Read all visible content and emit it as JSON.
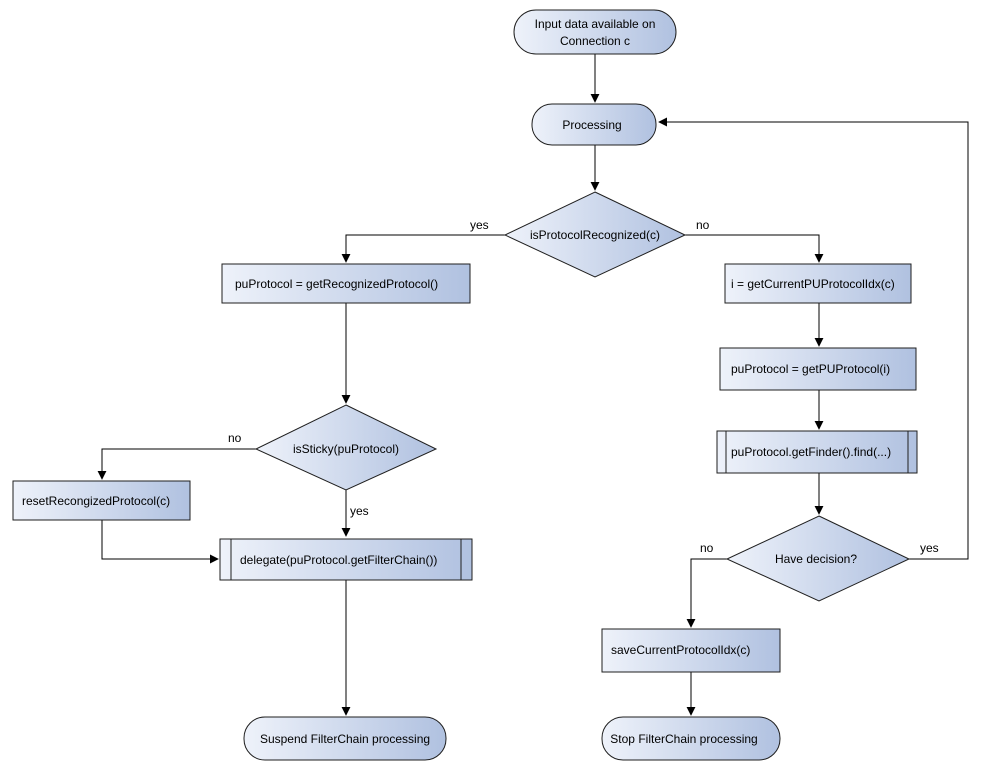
{
  "colors": {
    "node_fill_light": "#eef2fa",
    "node_fill_dark": "#b0c1e0",
    "stroke": "#1f1f1f",
    "edge": "#000000"
  },
  "nodes": {
    "start": {
      "line1": "Input data available on",
      "line2": "Connection c"
    },
    "processing": {
      "label": "Processing"
    },
    "is_protocol_recognized": {
      "label": "isProtocolRecognized(c)"
    },
    "get_recognized_protocol": {
      "label": "puProtocol = getRecognizedProtocol()"
    },
    "is_sticky": {
      "label": "isSticky(puProtocol)"
    },
    "reset_recognized_protocol": {
      "label": "resetRecongizedProtocol(c)"
    },
    "delegate": {
      "label": "delegate(puProtocol.getFilterChain())"
    },
    "suspend": {
      "label": "Suspend FilterChain processing"
    },
    "get_current_pu_protocol_idx": {
      "label": "i = getCurrentPUProtocolIdx(c)"
    },
    "get_pu_protocol": {
      "label": "puProtocol = getPUProtocol(i)"
    },
    "finder_find": {
      "label": "puProtocol.getFinder().find(...)"
    },
    "have_decision": {
      "label": "Have decision?"
    },
    "save_current_protocol_idx": {
      "label": "saveCurrentProtocolIdx(c)"
    },
    "stop": {
      "label": "Stop FilterChain processing"
    }
  },
  "edge_labels": {
    "recognized_yes": "yes",
    "recognized_no": "no",
    "sticky_no": "no",
    "sticky_yes": "yes",
    "decision_no": "no",
    "decision_yes": "yes"
  }
}
